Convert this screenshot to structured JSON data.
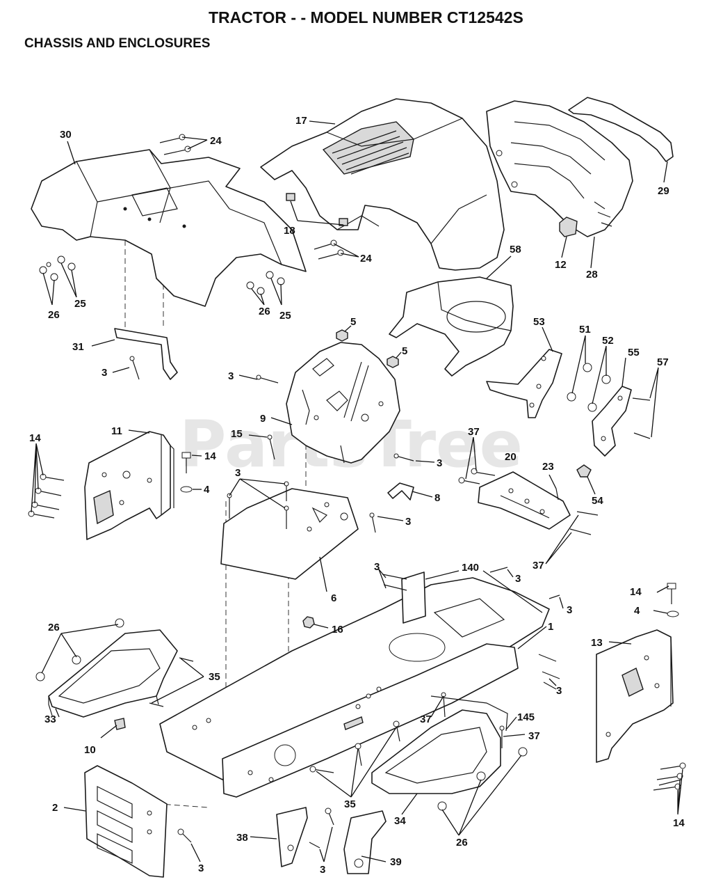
{
  "header": {
    "title": "TRACTOR - - MODEL NUMBER CT12542S",
    "subtitle": "CHASSIS AND ENCLOSURES"
  },
  "watermark": "PartsTree",
  "callouts": {
    "c30": "30",
    "c24a": "24",
    "c17": "17",
    "c18": "18",
    "c24b": "24",
    "c29": "29",
    "c12": "12",
    "c28": "28",
    "c58": "58",
    "c26a": "26",
    "c25a": "25",
    "c26b": "26",
    "c25b": "25",
    "c31": "31",
    "c3a": "3",
    "c5a": "5",
    "c5b": "5",
    "c3b": "3",
    "c9": "9",
    "c53": "53",
    "c51": "51",
    "c52": "52",
    "c55": "55",
    "c57": "57",
    "c11": "11",
    "c14a": "14",
    "c14b": "14",
    "c15": "15",
    "c4a": "4",
    "c3c": "3",
    "c37a": "37",
    "c20": "20",
    "c23": "23",
    "c54": "54",
    "c3d": "3",
    "c8": "8",
    "c3e": "3",
    "c37b": "37",
    "c3f": "3",
    "c140": "140",
    "c3g": "3",
    "c3h": "3",
    "c6": "6",
    "c1": "1",
    "c14c": "14",
    "c4b": "4",
    "c16": "16",
    "c26c": "26",
    "c13": "13",
    "c35a": "35",
    "c3i": "3",
    "c33": "33",
    "c10": "10",
    "c37c": "37",
    "c145": "145",
    "c37d": "37",
    "c2": "2",
    "c35b": "35",
    "c34": "34",
    "c14d": "14",
    "c26d": "26",
    "c38": "38",
    "c3j": "3",
    "c39": "39",
    "c3k": "3"
  }
}
